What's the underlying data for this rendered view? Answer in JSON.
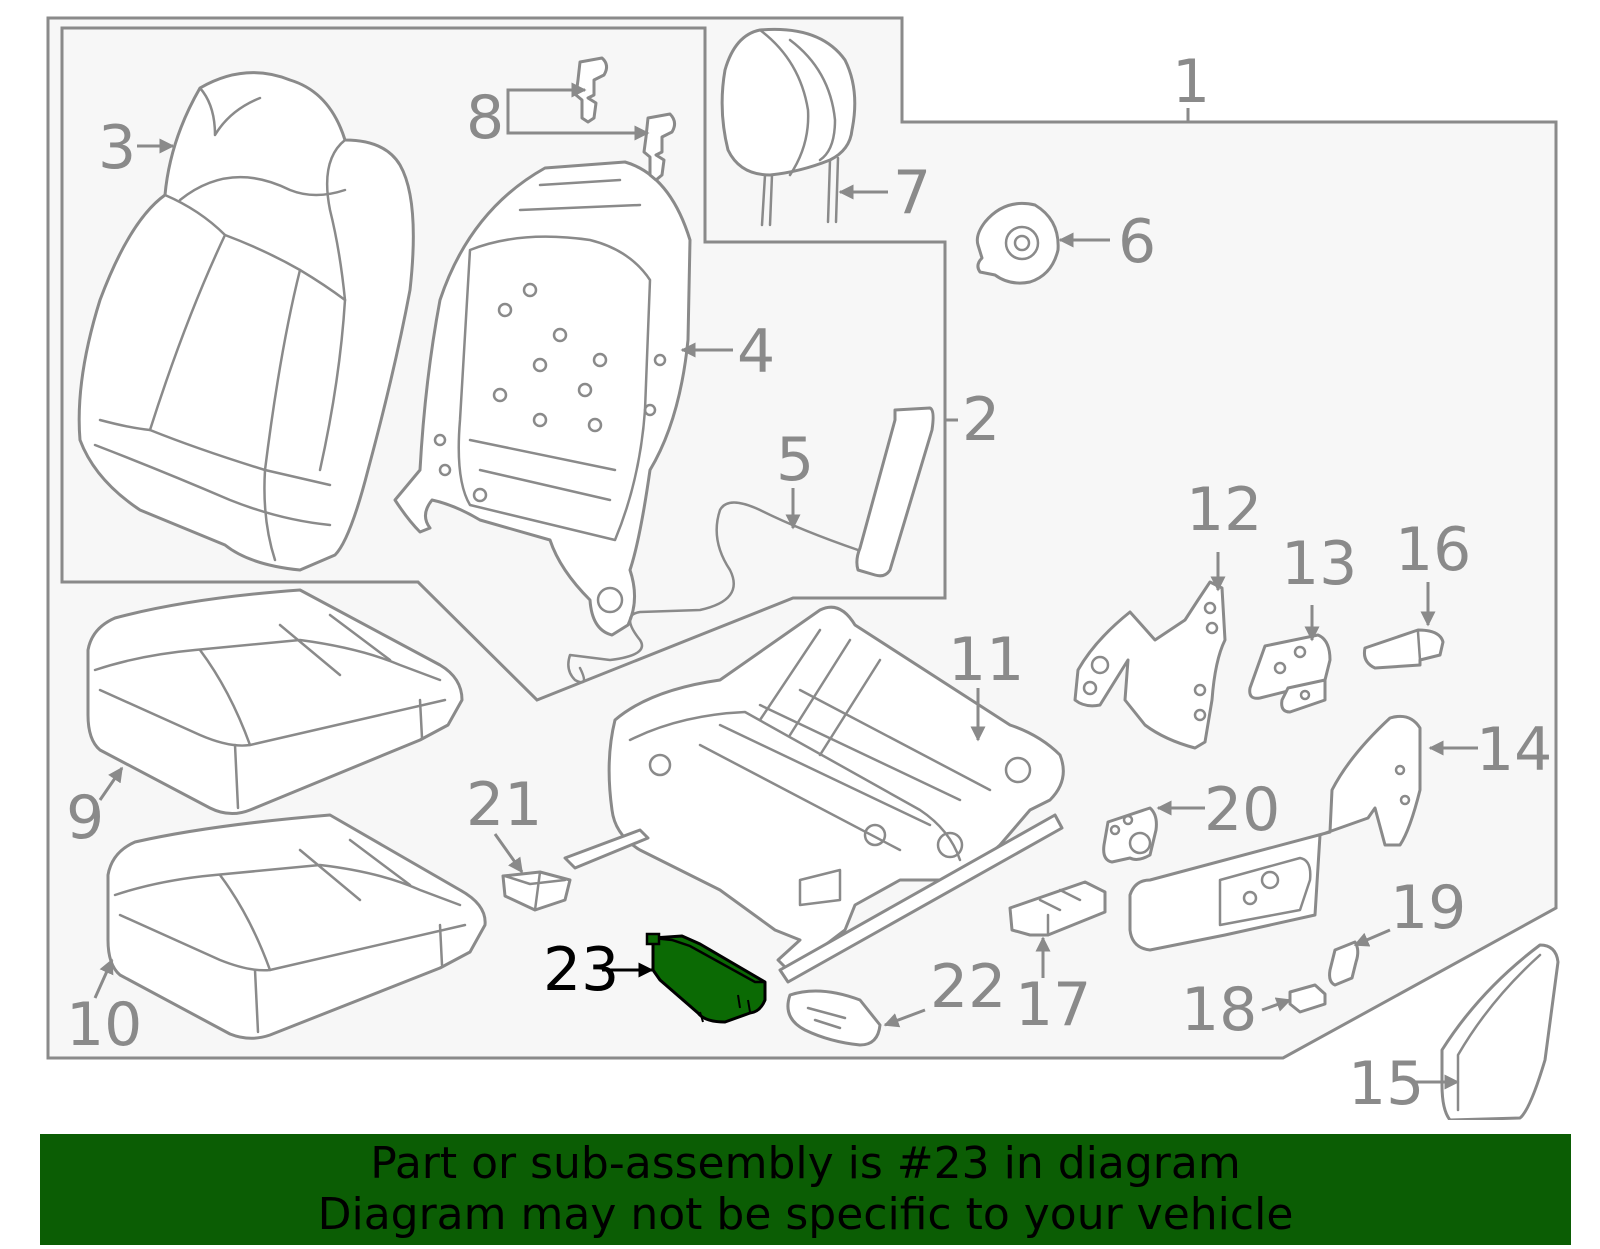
{
  "callouts": {
    "c1": "1",
    "c2": "2",
    "c3": "3",
    "c4": "4",
    "c5": "5",
    "c6": "6",
    "c7": "7",
    "c8": "8",
    "c9": "9",
    "c10": "10",
    "c11": "11",
    "c12": "12",
    "c13": "13",
    "c14": "14",
    "c15": "15",
    "c16": "16",
    "c17": "17",
    "c18": "18",
    "c19": "19",
    "c20": "20",
    "c21": "21",
    "c22": "22",
    "c23": "23"
  },
  "highlight": {
    "part_number": "23",
    "color": "#0b6a04"
  },
  "banner": {
    "color": "#0b5d04",
    "line1": "Part or sub-assembly is #23 in diagram",
    "line2": "Diagram may not be specific to your vehicle"
  }
}
